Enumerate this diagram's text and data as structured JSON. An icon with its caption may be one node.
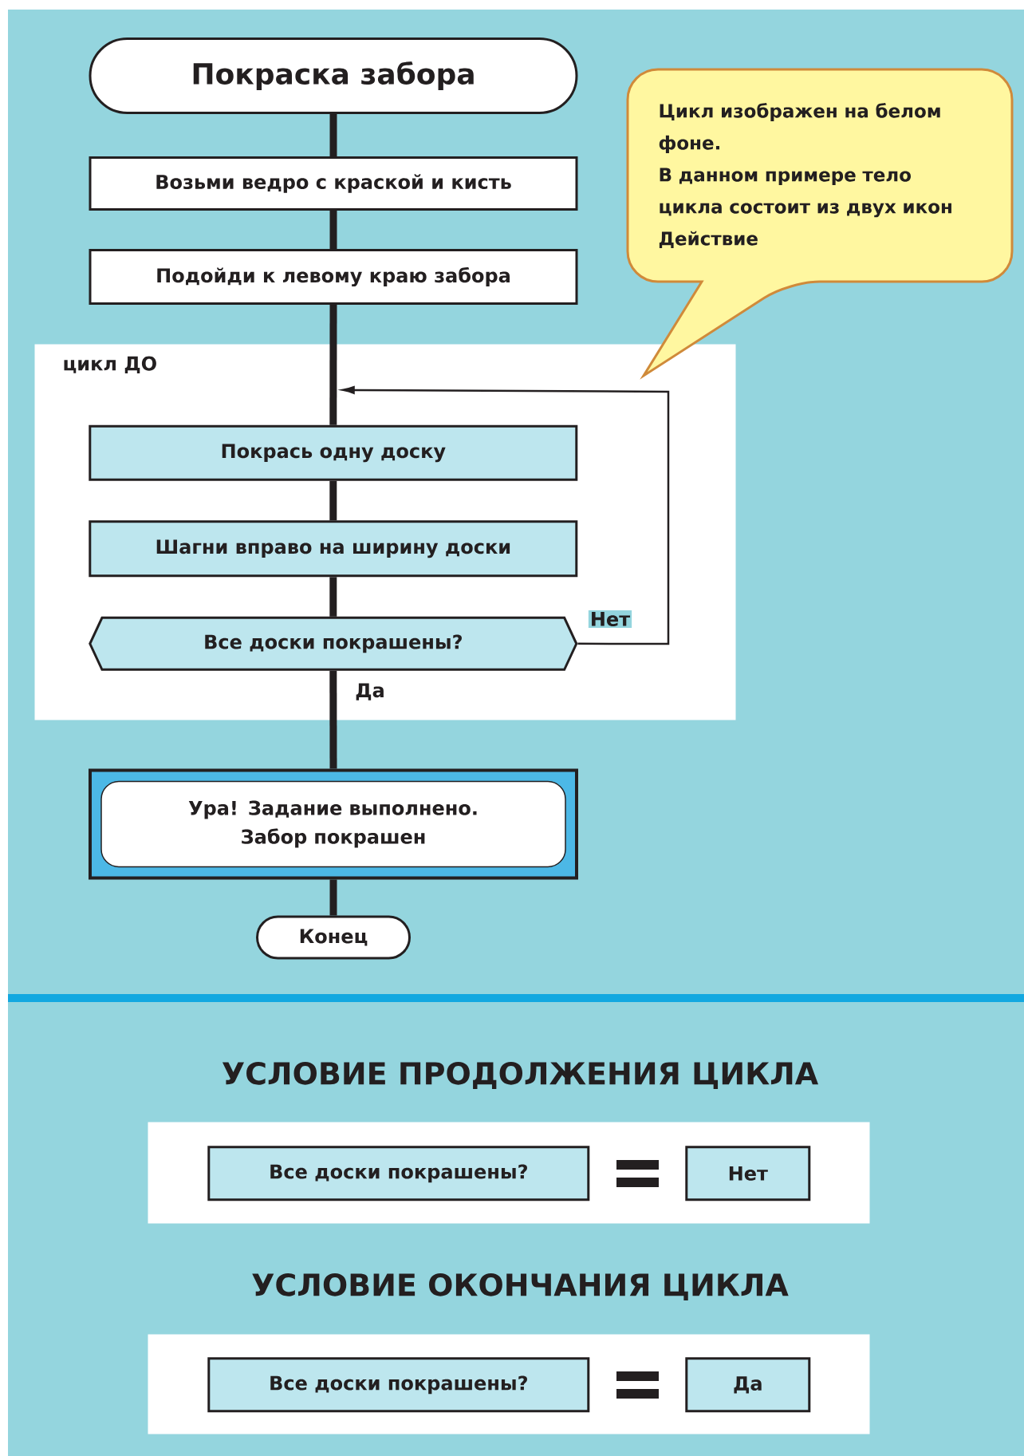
{
  "diagram": {
    "nodes": [
      {
        "text": [
          "Покраска забора"
        ]
      },
      {
        "text": [
          "Возьми ведро с краской и кисть"
        ]
      },
      {
        "text": [
          "Подойди к левому краю забора"
        ]
      },
      {
        "text": [
          "цикл ДО"
        ]
      },
      {
        "text": [
          "Покрась одну доску"
        ],
        "in": 3
      },
      {
        "text": [
          "Шагни вправо на ширину доски"
        ],
        "in": 3
      },
      {
        "text": [
          "Все доски покрашены?"
        ],
        "in": 3
      },
      {
        "text": [
          "Ура! Задание выполнено. Забор покрашен"
        ]
      },
      {
        "text": [
          "Конец"
        ]
      },
      {
        "text": [
          "Цикл изображен на белом фоне.",
          "В данном примере тело цикла состоит из двух икон Действие"
        ]
      },
      {
        "text": [],
        "shape": "box"
      },
      {
        "text": [
          "Все доски покрашены?"
        ],
        "in": 10
      },
      {
        "text": [
          "Нет"
        ],
        "in": 10
      },
      {
        "text": [],
        "shape": "box"
      },
      {
        "text": [
          "Все доски покрашены?"
        ],
        "in": 13
      },
      {
        "text": [
          "Да"
        ],
        "in": 13
      }
    ],
    "edges": [
      {
        "from": 0,
        "to": 1,
        "arrow": "none"
      },
      {
        "from": 1,
        "to": 2,
        "arrow": "none"
      },
      {
        "from": 2,
        "to": 4,
        "arrow": "none"
      },
      {
        "from": 4,
        "to": 5,
        "arrow": "none"
      },
      {
        "from": 5,
        "to": 6,
        "arrow": "none"
      },
      {
        "from": 6,
        "to": 7,
        "arrow": "none",
        "label": "Да"
      },
      {
        "from": 7,
        "to": 8,
        "arrow": "none"
      },
      {
        "from": 6,
        "to": 4,
        "arrow": "to",
        "label": "Нет"
      }
    ],
    "labels": [
      "УСЛОВИЕ ПРОДОЛЖЕНИЯ ЦИКЛА",
      "УСЛОВИЕ ОКОНЧАНИЯ ЦИКЛА"
    ]
  }
}
